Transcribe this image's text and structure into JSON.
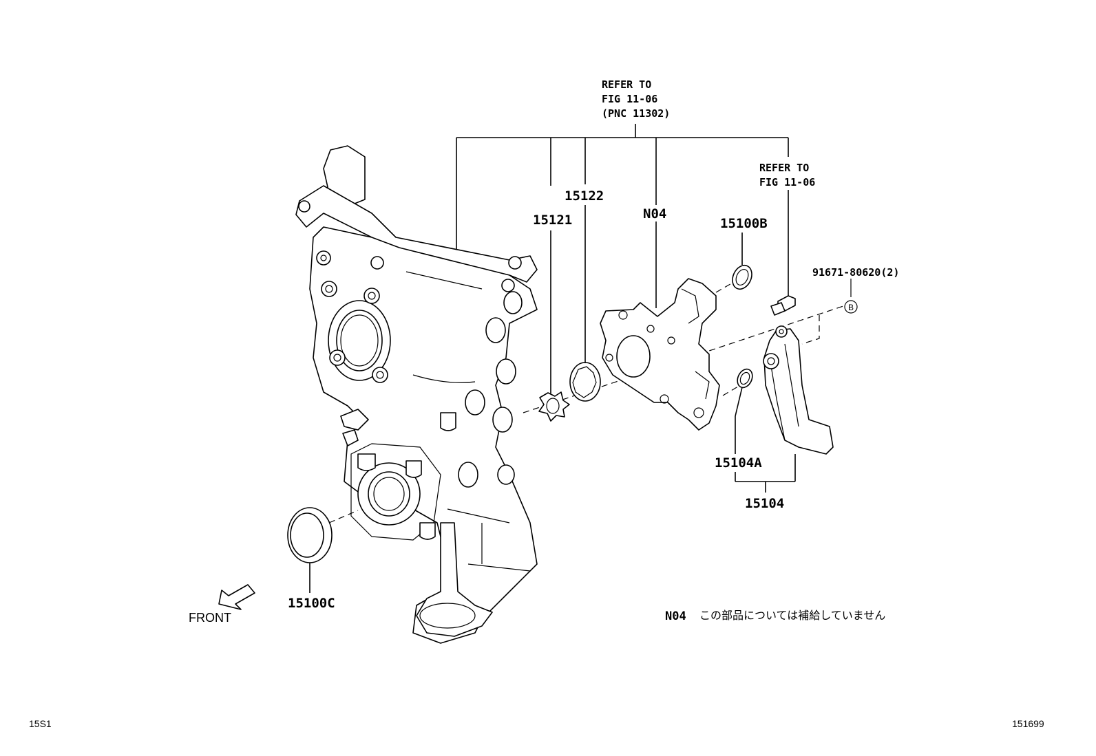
{
  "labels": {
    "refer_main_1": "REFER TO",
    "refer_main_2": "FIG 11-06",
    "refer_main_3": "(PNC 11302)",
    "refer_small_1": "REFER TO",
    "refer_small_2": "FIG 11-06",
    "p15122": "15122",
    "p15121": "15121",
    "pN04": "N04",
    "p15100B": "15100B",
    "p91671": "91671-80620(2)",
    "callout_b": "B",
    "p15104A": "15104A",
    "p15104": "15104",
    "p15100C": "15100C",
    "front": "FRONT",
    "note_code": "N04",
    "note_text": "この部品については補給していません",
    "footer_left": "15S1",
    "footer_right": "151699"
  }
}
